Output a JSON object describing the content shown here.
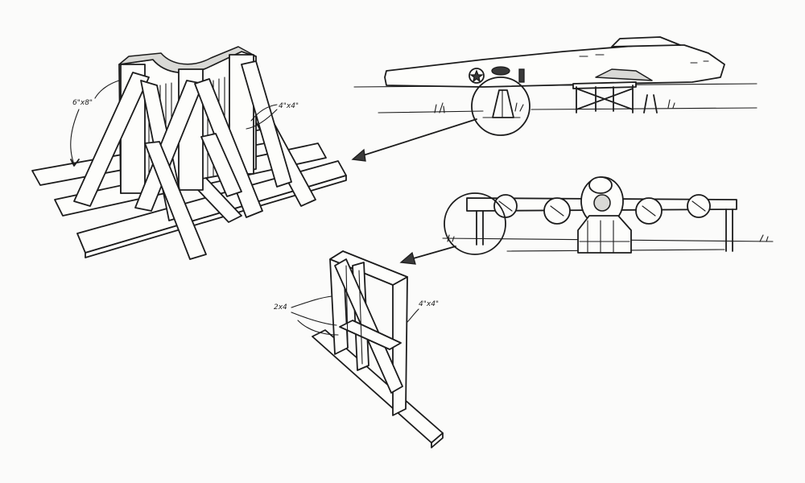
{
  "labels": {
    "cradle_board_dim": "6\"x8\"",
    "cradle_post_dim": "4\"x4\"",
    "stand_brace_dim": "2x4",
    "stand_post_dim": "4\"x4\""
  },
  "colors": {
    "ink": "#1c1c1c",
    "paper": "#fbfbfa",
    "shade": "#d9d9d6"
  }
}
